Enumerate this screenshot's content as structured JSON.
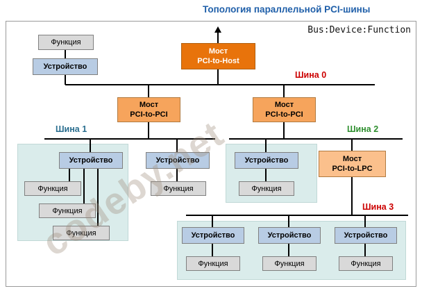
{
  "title": "Топология параллельной PCI-шины",
  "corner_note": "Bus:Device:Function",
  "watermark": "codeby.net",
  "colors": {
    "title": "#1f5fa9",
    "bus0_label": "#cc0000",
    "bus1_label": "#2a6e8f",
    "bus2_label": "#2f8f2f",
    "bus3_label": "#cc0000",
    "device_fill": "#b8cce4",
    "function_fill": "#d9d9d9",
    "host_bridge_fill": "#e8730b",
    "pci_bridge_fill": "#f6a45c",
    "lpc_bridge_fill": "#fbc08c",
    "panel_fill": "#daeceb"
  },
  "buses": {
    "bus0": "Шина 0",
    "bus1": "Шина 1",
    "bus2": "Шина 2",
    "bus3": "Шина 3"
  },
  "node_labels": {
    "device": "Устройство",
    "function": "Функция",
    "bridge_word": "Мост",
    "host_bridge": "PCI-to-Host",
    "pci_bridge": "PCI-to-PCI",
    "lpc_bridge": "PCI-to-LPC"
  }
}
